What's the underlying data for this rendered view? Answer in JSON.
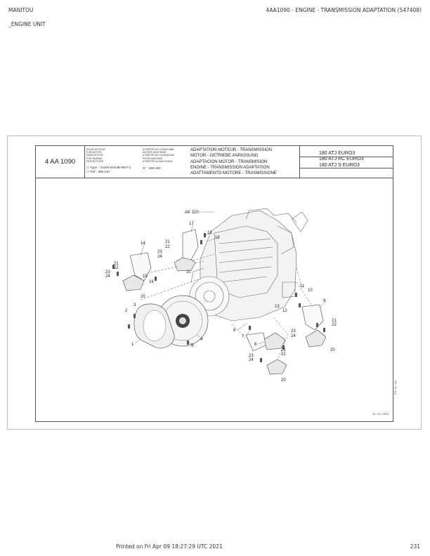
{
  "header": {
    "brand": "MANITOU",
    "section": "_ENGINE UNIT",
    "doc_title": "4AA1090 - ENGINE - TRANSMISSION ADAPTATION (547408)"
  },
  "title_block": {
    "ref_code": "4 AA 1090",
    "for_drive": [
      "POUR MOTEUR",
      "FUR MOTOR",
      "PARA MOTOR",
      "FOR ENGINE",
      "PER MOTORE"
    ],
    "from_frame": [
      "A PARTIR DE LA MACHINE",
      "AB DER MASCHINE",
      "A PARTIR DE LA MAQUINA",
      "FROM MACHINE",
      "A PARTIR DA MACCHINA"
    ],
    "type_line": "☐ Type : V2403-M-E3B-MNT-2",
    "ref_line": "☐ Ref : 685 140",
    "serial_line": "N° : 596 480",
    "titles": [
      "ADAPTATION MOTEUR - TRANSMISSION",
      "MOTOR - GETRIEBE ANPASSUNG",
      "ADAPTACION MOTOR - TRANSMISION",
      "ENGINE - TRANSMISSION ADAPTATION",
      "ADATTAMENTO MOTORE - TRASMISSIONE"
    ],
    "models": [
      "180 ATJ EURO3",
      "180 ATJ RC EURO3",
      "180 ATJ S EURO3"
    ]
  },
  "diagram": {
    "engine_ref": "AK 320",
    "callouts": [
      "1",
      "2",
      "3",
      "4",
      "5",
      "6",
      "7",
      "8",
      "9",
      "10",
      "11",
      "12",
      "13",
      "14",
      "15",
      "16",
      "17",
      "18",
      "19",
      "20",
      "21",
      "22",
      "23",
      "24"
    ]
  },
  "sheet_footer": {
    "side_code": "P.A. 01 - fsx",
    "date": "12 / 10 / 2012"
  },
  "footer": {
    "printed": "Printed on  Fri Apr 09 18:27:29 UTC 2021",
    "page": "231"
  }
}
